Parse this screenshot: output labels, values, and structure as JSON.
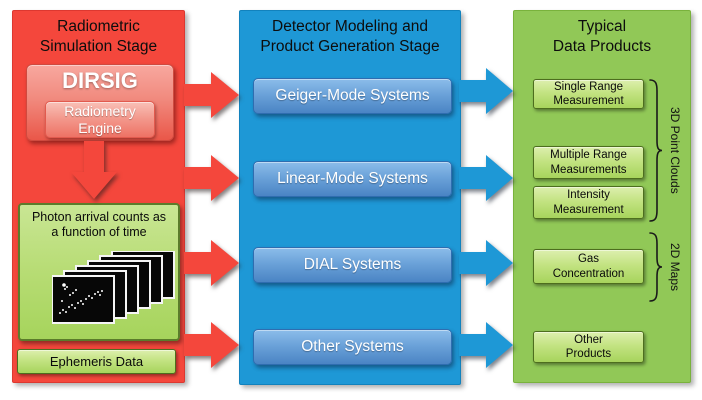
{
  "colors": {
    "red": "#f4473c",
    "blue": "#1e98d6",
    "green": "#91c857"
  },
  "stage1": {
    "title": [
      "Radiometric",
      "Simulation Stage"
    ],
    "dirsig": "DIRSIG",
    "engine": [
      "Radiometry",
      "Engine"
    ],
    "photon_caption": [
      "Photon arrival counts as",
      "a function of time"
    ],
    "ephemeris": "Ephemeris Data"
  },
  "stage2": {
    "title": [
      "Detector Modeling and",
      "Product Generation Stage"
    ],
    "systems": [
      "Geiger-Mode Systems",
      "Linear-Mode Systems",
      "DIAL Systems",
      "Other Systems"
    ]
  },
  "stage3": {
    "title": [
      "Typical",
      "Data Products"
    ],
    "products": [
      [
        "Single Range",
        "Measurement"
      ],
      [
        "Multiple Range",
        "Measurements"
      ],
      [
        "Intensity",
        "Measurement"
      ],
      [
        "Gas",
        "Concentration"
      ],
      [
        "Other",
        "Products"
      ]
    ],
    "group_labels": [
      "3D Point Clouds",
      "2D Maps"
    ]
  }
}
